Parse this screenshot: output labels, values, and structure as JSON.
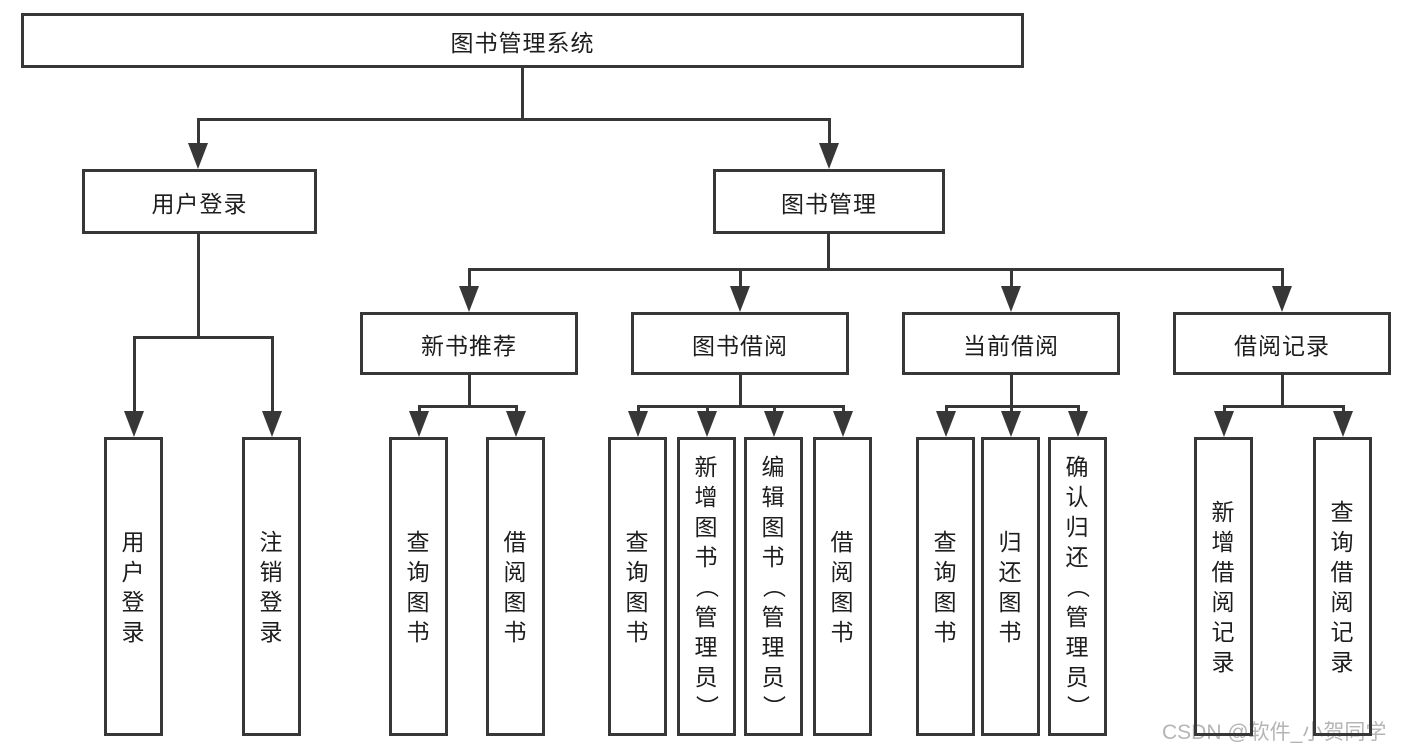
{
  "diagram": {
    "root": "图书管理系统",
    "level2": [
      "用户登录",
      "图书管理"
    ],
    "level3": [
      "新书推荐",
      "图书借阅",
      "当前借阅",
      "借阅记录"
    ],
    "leaves": [
      "用户登录",
      "注销登录",
      "查询图书",
      "借阅图书",
      "查询图书",
      "新增图书（管理员）",
      "编辑图书（管理员）",
      "借阅图书",
      "查询图书",
      "归还图书",
      "确认归还（管理员）",
      "新增借阅记录",
      "查询借阅记录"
    ],
    "watermark": "CSDN @软件_小贺同学",
    "colors": {
      "line": "#373737",
      "text": "#1d1d1d",
      "watermark": "#b5b5b5",
      "background": "#ffffff"
    }
  }
}
